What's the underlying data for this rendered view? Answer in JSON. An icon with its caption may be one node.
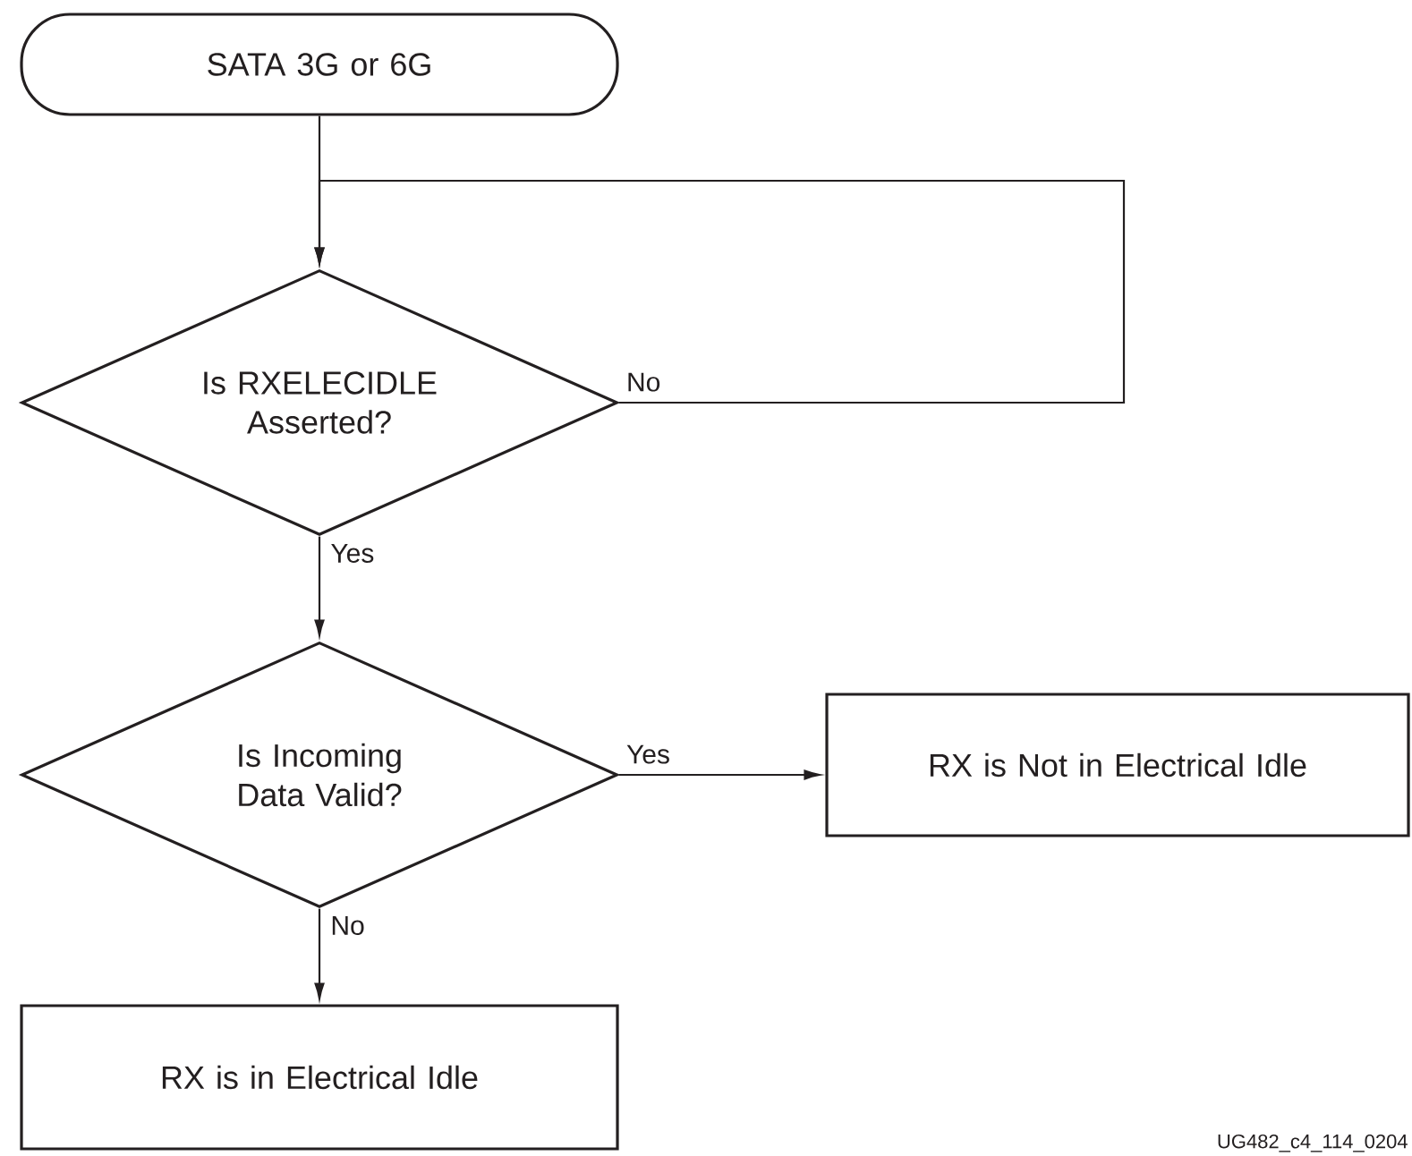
{
  "diagram": {
    "nodes": [
      {
        "text": [
          "SATA 3G or 6G"
        ]
      },
      {
        "text": [
          "Is RXELECIDLE Asserted?"
        ]
      },
      {
        "text": [
          "Is Incoming Data Valid?"
        ]
      },
      {
        "text": [
          "RX is Not in Electrical Idle"
        ]
      },
      {
        "text": [
          "RX is in Electrical Idle"
        ]
      }
    ],
    "edges": [
      {
        "from": 0,
        "to": 1,
        "arrow": "to"
      },
      {
        "from": 1,
        "to": 1,
        "arrow": "to",
        "label": "No"
      },
      {
        "from": 1,
        "to": 2,
        "arrow": "to",
        "label": "Yes"
      },
      {
        "from": 2,
        "to": 3,
        "arrow": "to",
        "label": "Yes"
      },
      {
        "from": 2,
        "to": 4,
        "arrow": "to",
        "label": "No"
      }
    ],
    "labels": [
      "UG482_c4_114_0204"
    ]
  }
}
